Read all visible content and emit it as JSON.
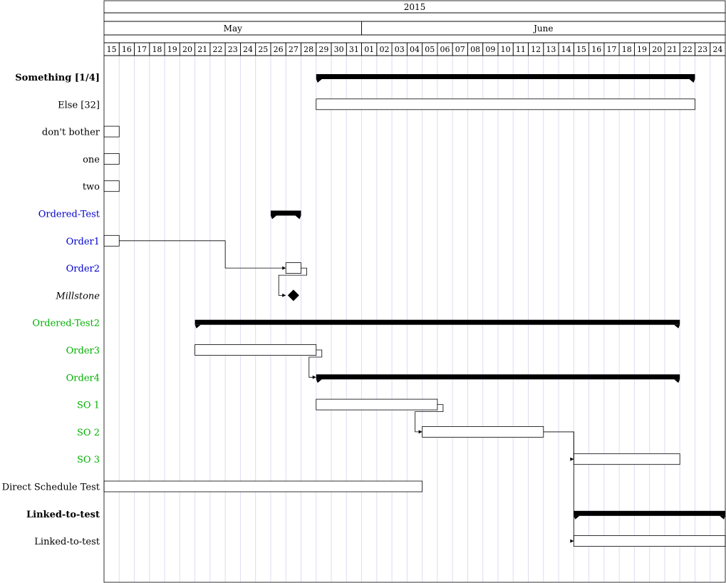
{
  "chart_data": {
    "type": "gantt",
    "year_label": "2015",
    "months": [
      {
        "label": "May",
        "first_day": "2015-05-15",
        "last_day": "2015-05-31"
      },
      {
        "label": "June",
        "first_day": "2015-06-01",
        "last_day": "2015-06-24"
      }
    ],
    "day_labels": [
      "15",
      "16",
      "17",
      "18",
      "19",
      "20",
      "21",
      "22",
      "23",
      "24",
      "25",
      "26",
      "27",
      "28",
      "29",
      "30",
      "31",
      "01",
      "02",
      "03",
      "04",
      "05",
      "06",
      "07",
      "08",
      "09",
      "10",
      "11",
      "12",
      "13",
      "14",
      "15",
      "16",
      "17",
      "18",
      "19",
      "20",
      "21",
      "22",
      "23",
      "24"
    ],
    "range": [
      "2015-05-15",
      "2015-06-24"
    ],
    "grid": true,
    "colors": {
      "blue": "#0000cc",
      "green": "#00b000",
      "black": "#000000",
      "grid": "#dcdcf2"
    },
    "rows": [
      {
        "label": "Something [1/4]",
        "color": "black",
        "weight": "bold",
        "style": "normal",
        "kind": "group",
        "start": "2015-05-29",
        "end": "2015-06-22"
      },
      {
        "label": "Else [32]",
        "color": "black",
        "weight": "normal",
        "style": "normal",
        "kind": "task",
        "start": "2015-05-29",
        "end": "2015-06-22"
      },
      {
        "label": "don't bother",
        "color": "black",
        "weight": "normal",
        "style": "normal",
        "kind": "task",
        "start": "2015-05-15",
        "end": "2015-05-15"
      },
      {
        "label": "one",
        "color": "black",
        "weight": "normal",
        "style": "normal",
        "kind": "task",
        "start": "2015-05-15",
        "end": "2015-05-15"
      },
      {
        "label": "two",
        "color": "black",
        "weight": "normal",
        "style": "normal",
        "kind": "task",
        "start": "2015-05-15",
        "end": "2015-05-15"
      },
      {
        "label": "Ordered-Test",
        "color": "blue",
        "weight": "normal",
        "style": "normal",
        "kind": "group",
        "start": "2015-05-26",
        "end": "2015-05-27"
      },
      {
        "label": "Order1",
        "color": "blue",
        "weight": "normal",
        "style": "normal",
        "kind": "task",
        "start": "2015-05-15",
        "end": "2015-05-15"
      },
      {
        "label": "Order2",
        "color": "blue",
        "weight": "normal",
        "style": "normal",
        "kind": "task",
        "start": "2015-05-27",
        "end": "2015-05-27"
      },
      {
        "label": "Millstone",
        "color": "black",
        "weight": "normal",
        "style": "italic",
        "kind": "milestone",
        "start": "2015-05-27",
        "end": "2015-05-27"
      },
      {
        "label": "Ordered-Test2",
        "color": "green",
        "weight": "normal",
        "style": "normal",
        "kind": "group",
        "start": "2015-05-21",
        "end": "2015-06-21"
      },
      {
        "label": "Order3",
        "color": "green",
        "weight": "normal",
        "style": "normal",
        "kind": "task",
        "start": "2015-05-21",
        "end": "2015-05-28"
      },
      {
        "label": "Order4",
        "color": "green",
        "weight": "normal",
        "style": "normal",
        "kind": "group",
        "start": "2015-05-29",
        "end": "2015-06-21"
      },
      {
        "label": "SO 1",
        "color": "green",
        "weight": "normal",
        "style": "normal",
        "kind": "task",
        "start": "2015-05-29",
        "end": "2015-06-05"
      },
      {
        "label": "SO 2",
        "color": "green",
        "weight": "normal",
        "style": "normal",
        "kind": "task",
        "start": "2015-06-05",
        "end": "2015-06-12"
      },
      {
        "label": "SO 3",
        "color": "green",
        "weight": "normal",
        "style": "normal",
        "kind": "task",
        "start": "2015-06-15",
        "end": "2015-06-21"
      },
      {
        "label": "Direct Schedule Test",
        "color": "black",
        "weight": "normal",
        "style": "normal",
        "kind": "task",
        "start": "2015-05-15",
        "end": "2015-06-04"
      },
      {
        "label": "Linked-to-test",
        "color": "black",
        "weight": "bold",
        "style": "normal",
        "kind": "group",
        "start": "2015-06-15",
        "end": "2015-06-24"
      },
      {
        "label": "Linked-to-test",
        "color": "black",
        "weight": "normal",
        "style": "normal",
        "kind": "task",
        "start": "2015-06-15",
        "end": "2015-06-24"
      }
    ],
    "dependencies": [
      {
        "from": 6,
        "to": 7,
        "from_date": "2015-05-15",
        "to_date": "2015-05-27",
        "via": "2015-05-22",
        "exit_side": "end"
      },
      {
        "from": 7,
        "to": 8,
        "from_date": "2015-05-27",
        "to_date": "2015-05-27",
        "via": "2015-05-27",
        "exit_side": "end"
      },
      {
        "from": 10,
        "to": 11,
        "from_date": "2015-05-28",
        "to_date": "2015-05-29",
        "via": "2015-05-28",
        "exit_side": "end"
      },
      {
        "from": 12,
        "to": 13,
        "from_date": "2015-06-05",
        "to_date": "2015-06-05",
        "via": "2015-06-05",
        "exit_side": "end"
      },
      {
        "from": 13,
        "to": 14,
        "from_date": "2015-06-12",
        "to_date": "2015-06-15",
        "via": "2015-06-14",
        "exit_side": "end"
      },
      {
        "from": 13,
        "to": 17,
        "from_date": "2015-06-12",
        "to_date": "2015-06-15",
        "via": "2015-06-14",
        "exit_side": "end"
      }
    ]
  }
}
